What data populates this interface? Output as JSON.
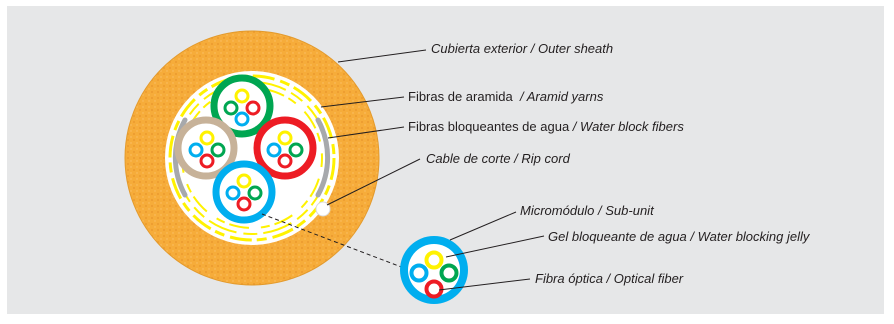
{
  "labels": {
    "outer_sheath": {
      "es": "Cubierta exterior",
      "sep": " / ",
      "en": "Outer sheath"
    },
    "aramid_yarns": {
      "es": "Fibras de aramida",
      "sep": "  / ",
      "en": "Aramid yarns"
    },
    "water_block_fibers": {
      "es": "Fibras bloqueantes de agua",
      "sep": " / ",
      "en": "Water block fibers"
    },
    "rip_cord": {
      "es": "Cable de corte",
      "sep": " / ",
      "en": "Rip cord"
    },
    "sub_unit": {
      "es": "Micromódulo",
      "sep": " / ",
      "en": "Sub-unit"
    },
    "water_blocking_jelly": {
      "es": "Gel bloqueante de agua",
      "sep": " / ",
      "en": "Water blocking jelly"
    },
    "optical_fiber": {
      "es": "Fibra óptica",
      "sep": " / ",
      "en": "Optical fiber"
    }
  },
  "colors": {
    "sheath": "#f6ac3a",
    "aramid": "#fff200",
    "green": "#00a651",
    "red": "#ed1c24",
    "blue": "#00aeef",
    "beige": "#c7b299",
    "rip_gray": "#a7a9ac",
    "fiber_yellow": "#fff200",
    "text": "#231f20"
  }
}
